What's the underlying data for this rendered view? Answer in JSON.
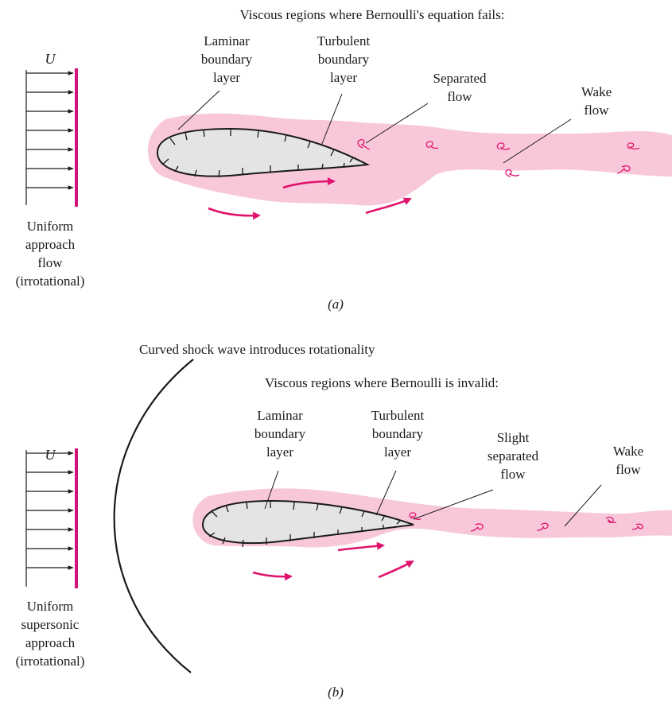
{
  "panel_a": {
    "title": "Viscous regions where Bernoulli's equation fails:",
    "velocity_symbol": "U",
    "laminar": [
      "Laminar",
      "boundary",
      "layer"
    ],
    "turbulent": [
      "Turbulent",
      "boundary",
      "layer"
    ],
    "separated": [
      "Separated",
      "flow"
    ],
    "wake": [
      "Wake",
      "flow"
    ],
    "approach": [
      "Uniform",
      "approach",
      "flow",
      "(irrotational)"
    ],
    "caption": "(a)"
  },
  "panel_b": {
    "shock_label": "Curved shock wave introduces rotationality",
    "title": "Viscous regions where Bernoulli is invalid:",
    "velocity_symbol": "U",
    "laminar": [
      "Laminar",
      "boundary",
      "layer"
    ],
    "turbulent": [
      "Turbulent",
      "boundary",
      "layer"
    ],
    "separated": [
      "Slight",
      "separated",
      "flow"
    ],
    "wake": [
      "Wake",
      "flow"
    ],
    "approach": [
      "Uniform",
      "supersonic",
      "approach",
      "(irrotational)"
    ],
    "caption": "(b)"
  },
  "colors": {
    "viscous_region": "#f8c8da",
    "accent": "#e0146e",
    "body": "#e4e4e4"
  }
}
